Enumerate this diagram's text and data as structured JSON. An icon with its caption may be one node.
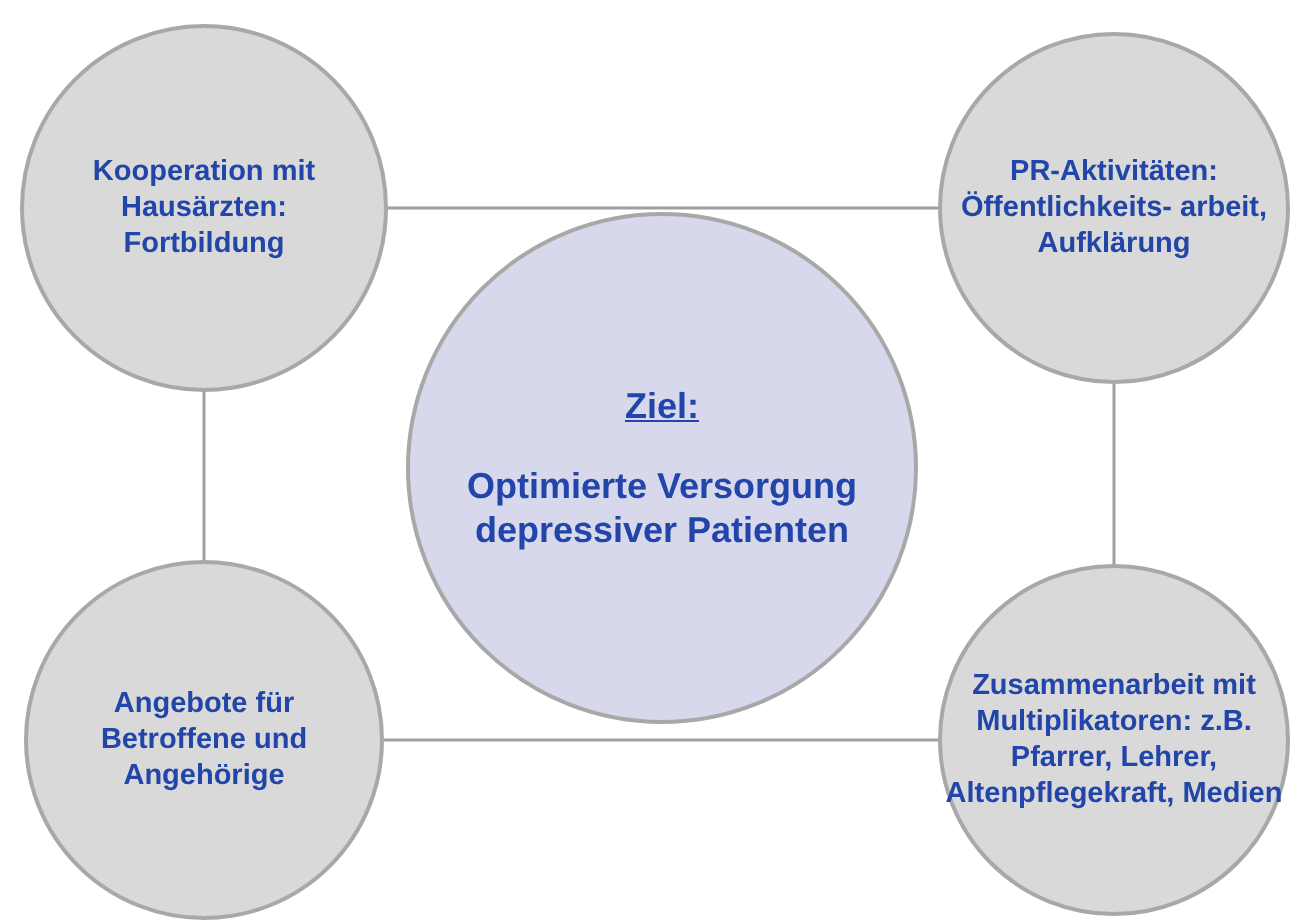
{
  "diagram": {
    "nodes": [
      {
        "text": [
          "Kooperation mit Hausärzten: Fortbildung"
        ]
      },
      {
        "text": [
          "PR-Aktivitäten: Öffentlichkeits- arbeit, Aufklärung"
        ]
      },
      {
        "text": [
          "Ziel:",
          "Optimierte Versorgung depressiver Patienten"
        ]
      },
      {
        "text": [
          "Angebote für Betroffene und Angehörige"
        ]
      },
      {
        "text": [
          "Zusammenarbeit mit Multiplikatoren: z.B. Pfarrer, Lehrer, Altenpflegekraft, Medien"
        ]
      }
    ],
    "edges": [
      {
        "from": 0,
        "to": 1,
        "arrow": "none"
      },
      {
        "from": 0,
        "to": 3,
        "arrow": "none"
      },
      {
        "from": 1,
        "to": 4,
        "arrow": "none"
      },
      {
        "from": 3,
        "to": 4,
        "arrow": "none"
      }
    ]
  }
}
